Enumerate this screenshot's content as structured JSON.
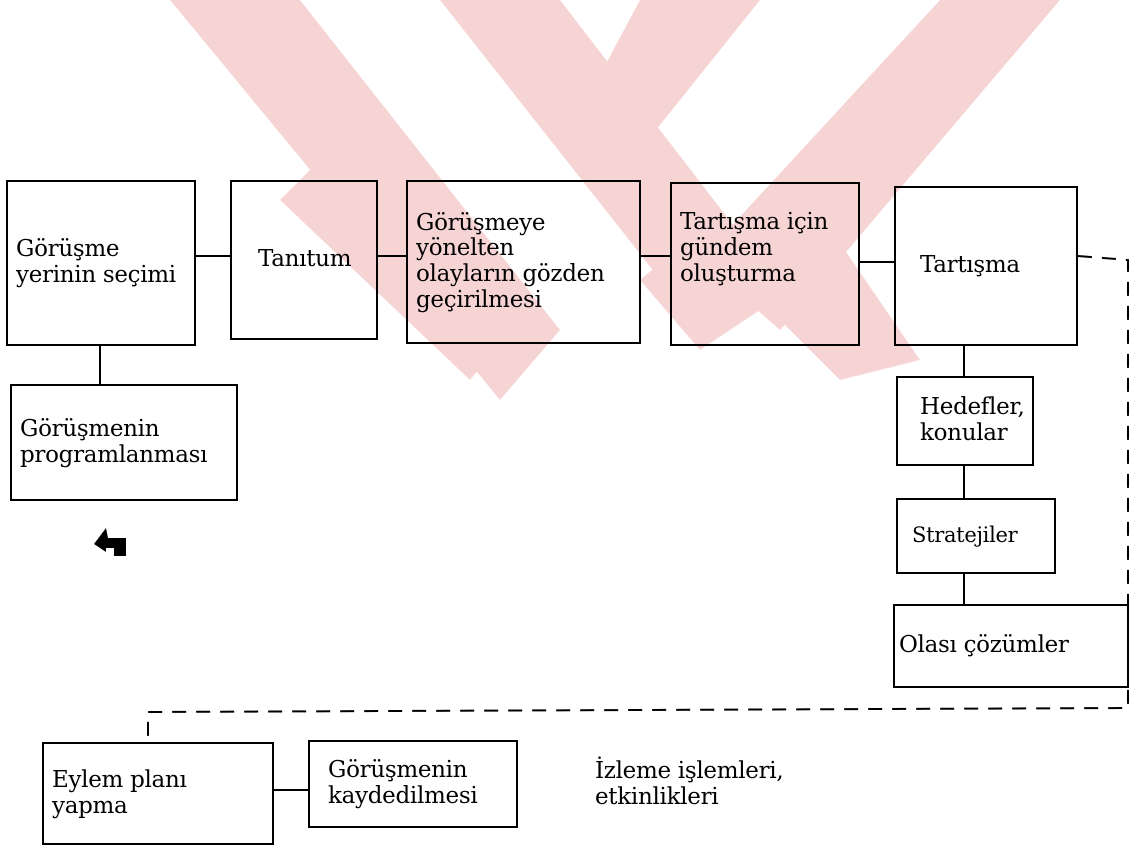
{
  "boxes": {
    "gorusme_yeri": [
      "Görüşme",
      "yerinin seçimi"
    ],
    "tanitum": [
      "Tanıtum"
    ],
    "olaylar": [
      "Görüşmeye",
      "yönelten",
      "olayların gözden",
      "geçirilmesi"
    ],
    "gundem": [
      "Tartışma için",
      "gündem",
      "oluşturma"
    ],
    "tartisma": [
      "Tartışma"
    ],
    "program": [
      "Görüşmenin",
      "programlanması"
    ],
    "hedefler": [
      "Hedefler,",
      "konular"
    ],
    "stratejiler": [
      "Stratejiler"
    ],
    "cozumler": [
      "Olası çözümler"
    ],
    "eylem": [
      "Eylem planı",
      "yapma"
    ],
    "kayit": [
      "Görüşmenin",
      "kaydedilmesi"
    ],
    "izleme": [
      "İzleme işlemleri,",
      "etkinlikleri"
    ]
  },
  "colors": {
    "watermark": "#f7d4d4",
    "line": "#000000"
  },
  "icons": {
    "cursor": "pointer-arrow-icon"
  }
}
